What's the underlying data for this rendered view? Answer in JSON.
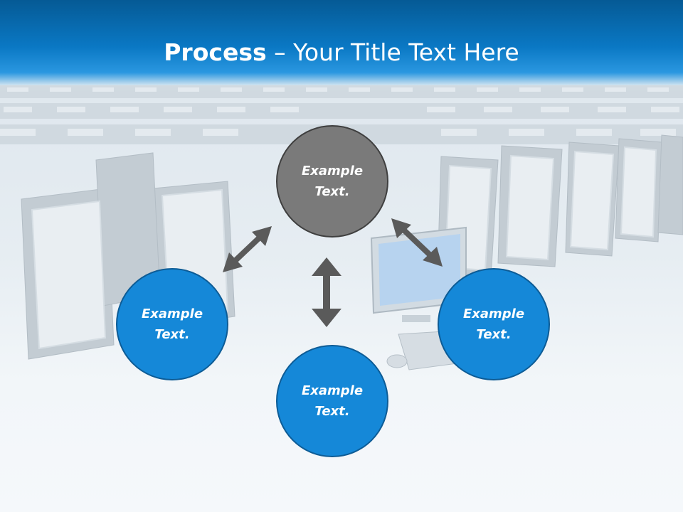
{
  "slide": {
    "title_bold": "Process",
    "title_rest": " – Your Title Text Here"
  },
  "nodes": {
    "top": "Example Text.",
    "left": "Example Text.",
    "bottom": "Example Text.",
    "right": "Example Text."
  },
  "colors": {
    "header": "#0a78c4",
    "node_blue": "#1588d8",
    "node_gray": "#7a7a7a",
    "arrow": "#5a5a5a"
  }
}
